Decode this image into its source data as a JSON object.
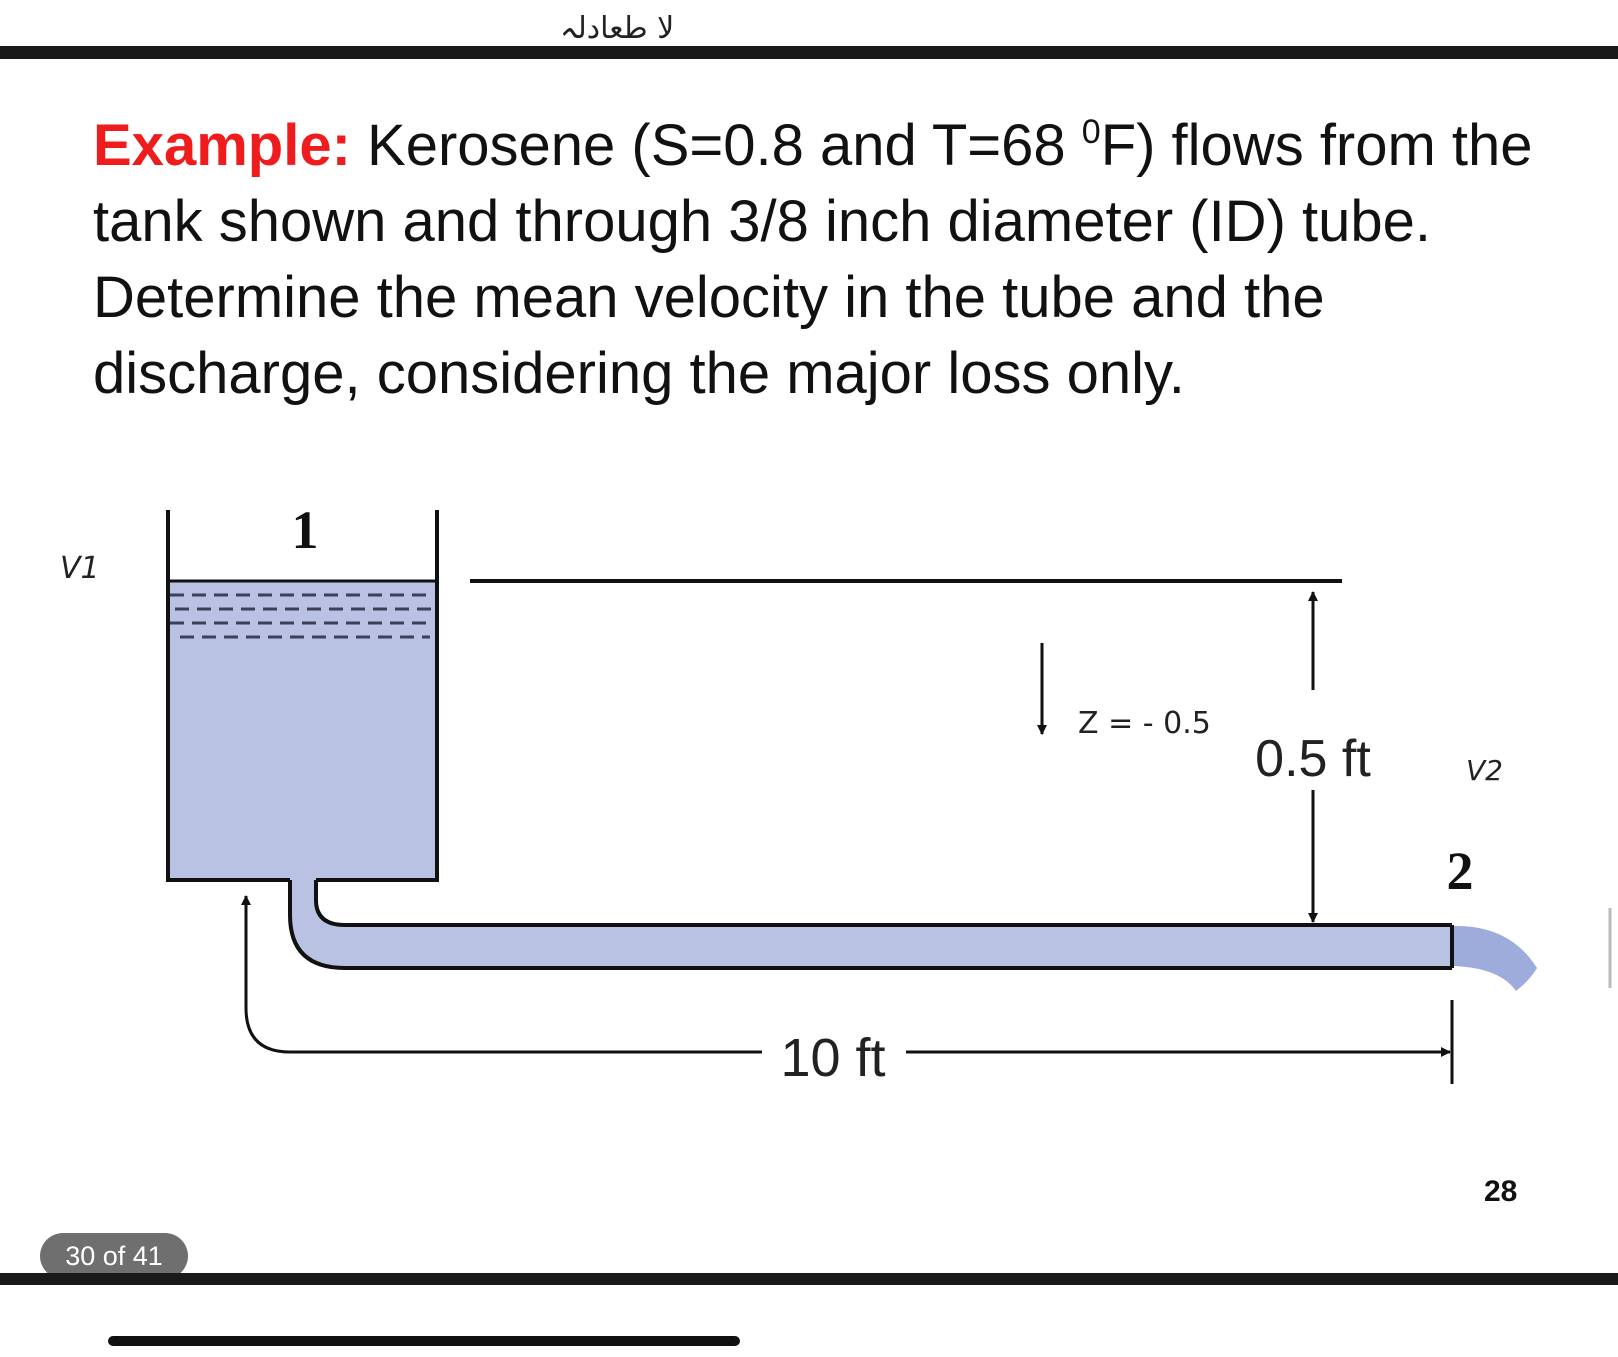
{
  "header_note": "لا طعادلہ",
  "problem": {
    "keyword": "Example:",
    "text_before_sup": " Kerosene (S=0.8 and T=68 ",
    "sup": "0",
    "text_after_sup": "F) flows from the tank shown and through 3/8 inch diameter (ID) tube. Determine the mean velocity in the tube and the discharge, considering the major loss only."
  },
  "diagram": {
    "point_1": "1",
    "point_2": "2",
    "height_label": "0.5 ft",
    "length_label": "10 ft",
    "annotations": {
      "v1": "V1",
      "v2": "V2",
      "z": "Z = - 0.5"
    }
  },
  "footer": {
    "page_indicator": "30 of 41",
    "slide_number": "28"
  },
  "colors": {
    "keyword": "#ee1c1c",
    "fluid": "#b9c2e3",
    "badge": "#6f6f6f"
  }
}
